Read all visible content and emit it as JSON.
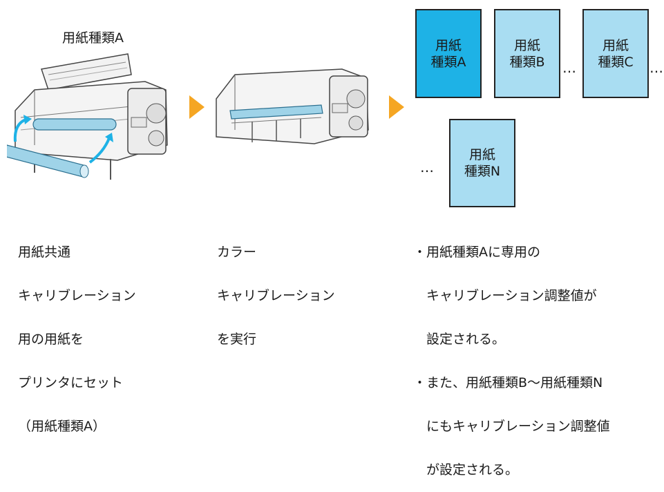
{
  "printer1_label": "用紙種類A",
  "arrow_color": "#F5A623",
  "paper_colors": {
    "selected": "#1EB2E6",
    "other": "#A9DDF2",
    "roll": "#9FD3E8"
  },
  "cards": [
    {
      "line1": "用紙",
      "line2": "種類A",
      "selected": true
    },
    {
      "line1": "用紙",
      "line2": "種類B",
      "selected": false
    },
    {
      "line1": "用紙",
      "line2": "種類C",
      "selected": false
    },
    {
      "line1": "用紙",
      "line2": "種類N",
      "selected": false
    }
  ],
  "ellipsis": "…",
  "captions": {
    "step1": [
      "用紙共通",
      "キャリブレーション",
      "用の用紙を",
      "プリンタにセット",
      "（用紙種類A）"
    ],
    "step2": [
      "カラー",
      "キャリブレーション",
      "を実行"
    ],
    "result": [
      "・用紙種類Aに専用の",
      "　キャリブレーション調整値が",
      "　設定される。",
      "・また、用紙種類B～用紙種類N",
      "　にもキャリブレーション調整値",
      "　が設定される。"
    ]
  }
}
